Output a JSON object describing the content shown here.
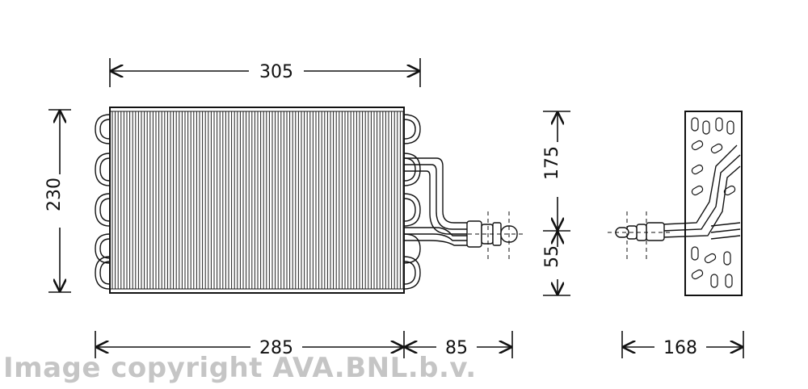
{
  "dimensions": {
    "overall_width": "305",
    "height": "230",
    "core_width": "285",
    "pipe_offset": "85",
    "upper_height": "175",
    "lower_height": "55",
    "depth": "168"
  },
  "watermark": "Image copyright AVA.BNL.b.v."
}
